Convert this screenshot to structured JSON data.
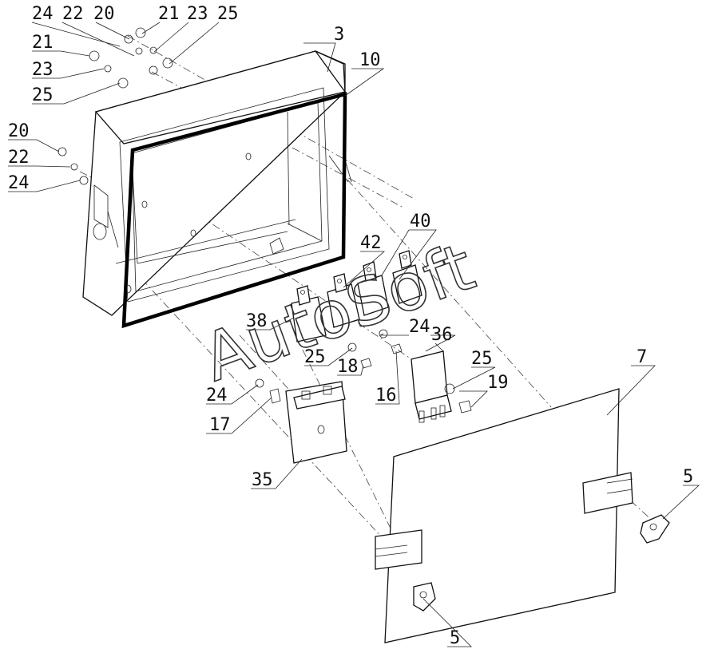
{
  "watermark": "AutoSoft",
  "callouts": {
    "c24a": "24",
    "c22a": "22",
    "c20a": "20",
    "c21a": "21",
    "c23a": "23",
    "c25a": "25",
    "c3": "3",
    "c10": "10",
    "c21b": "21",
    "c23b": "23",
    "c25b": "25",
    "c20b": "20",
    "c22b": "22",
    "c24b": "24",
    "c40": "40",
    "c42": "42",
    "c38": "38",
    "c24c": "24",
    "c25c": "25",
    "c36": "36",
    "c18": "18",
    "c25d": "25",
    "c19": "19",
    "c16": "16",
    "c7": "7",
    "c24d": "24",
    "c17": "17",
    "c35": "35",
    "c5a": "5",
    "c5b": "5"
  },
  "colors": {
    "ink": "#111111",
    "background": "#ffffff"
  }
}
